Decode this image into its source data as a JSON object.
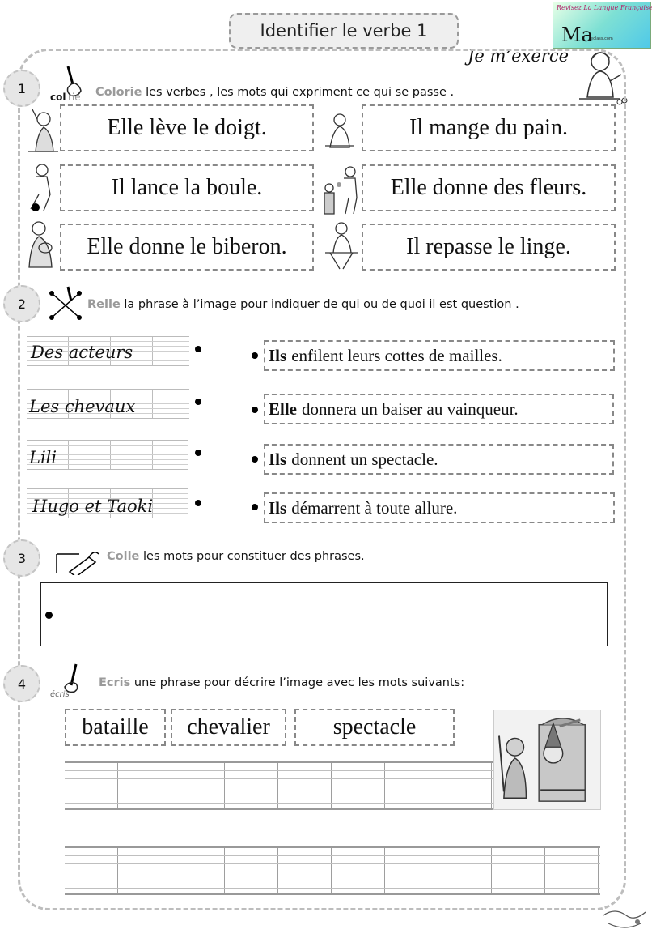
{
  "header": {
    "title": "Identifier le verbe 1",
    "logo_line1": "Revisez La Langue Française",
    "logo_line2": "Ma",
    "logo_line3": "eclass.com",
    "subtitle": "Je m’exerce"
  },
  "exercise1": {
    "number": "1",
    "icon_label": "colorie",
    "keyword": "Colorie",
    "instruction": " les verbes , les mots qui expriment ce qui se passe .",
    "sentences": [
      "Elle lève le doigt.",
      "Il mange du pain.",
      "Il lance la boule.",
      "Elle donne des fleurs.",
      "Elle donne le biberon.",
      "Il repasse le linge."
    ]
  },
  "exercise2": {
    "number": "2",
    "keyword": "Relie",
    "instruction": " la phrase à l’image pour indiquer de qui ou de quoi il est question .",
    "subjects": [
      "Des acteurs",
      "Les chevaux",
      "Lili",
      "Hugo et Taoki"
    ],
    "phrases": [
      {
        "pronoun": "Ils",
        "rest": "enfilent leurs cottes de mailles."
      },
      {
        "pronoun": "Elle",
        "rest": "donnera un baiser au vainqueur."
      },
      {
        "pronoun": "Ils",
        "rest": "donnent un spectacle."
      },
      {
        "pronoun": "Ils",
        "rest": "démarrent à toute allure."
      }
    ]
  },
  "exercise3": {
    "number": "3",
    "keyword": "Colle",
    "instruction": " les mots pour constituer des phrases."
  },
  "exercise4": {
    "number": "4",
    "icon_label": "écris",
    "keyword": "Ecris",
    "instruction": " une phrase pour décrire l’image avec les mots suivants:",
    "words": [
      "bataille",
      "chevalier",
      "spectacle"
    ]
  },
  "colors": {
    "keyword_gray": "#9a9a9a",
    "frame_gray": "#bdbdbd"
  }
}
